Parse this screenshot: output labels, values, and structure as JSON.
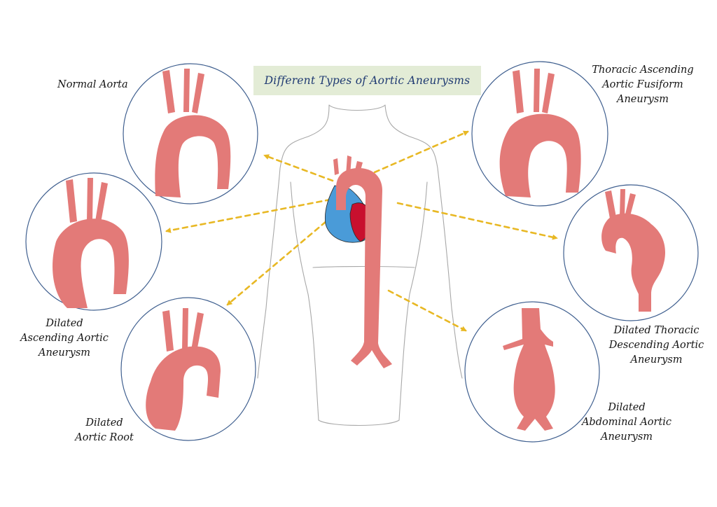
{
  "title": "Different Types of Aortic Aneurysms",
  "labels": {
    "normal": [
      "Normal Aorta"
    ],
    "ascending": [
      "Dilated",
      "Ascending Aortic",
      "Aneurysm"
    ],
    "root": [
      "Dilated",
      "Aortic Root"
    ],
    "fusiform": [
      "Thoracic Ascending",
      "Aortic Fusiform",
      "Aneurysm"
    ],
    "descending": [
      "Dilated Thoracic",
      "Descending Aortic",
      "Aneurysm"
    ],
    "abdominal": [
      "Dilated",
      "Abdominal Aortic",
      "Aneurysm"
    ]
  },
  "colors": {
    "aorta": "#e37a78",
    "heart_red": "#c8102e",
    "heart_blue": "#4a9bd8",
    "arrow": "#e8b824",
    "circle": "#3f5f8f",
    "body_outline": "#a8a8a8",
    "title_bg": "#e3ecd6",
    "title_text": "#1f3a72"
  },
  "icons": [
    "aorta-illustration",
    "heart-illustration",
    "body-outline"
  ]
}
